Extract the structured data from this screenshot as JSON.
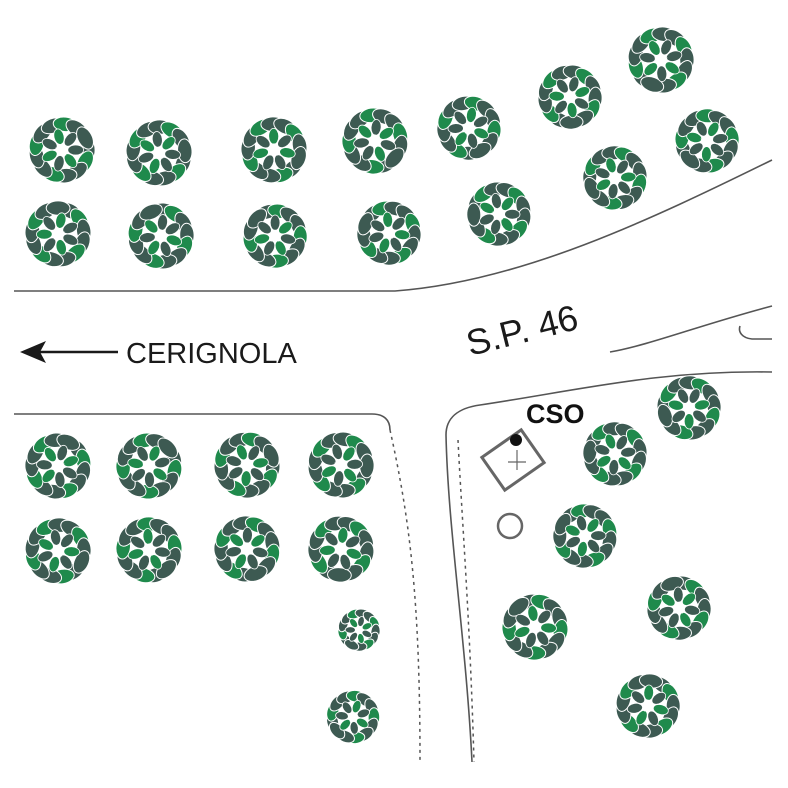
{
  "map": {
    "road_name": "S.P. 46",
    "destination": "CERIGNOLA",
    "site_code": "CSO",
    "colors": {
      "background": "#ffffff",
      "road_edge": "#555555",
      "tree_leaf_dark": "#3d5a52",
      "tree_leaf_green": "#1f8a4c",
      "tree_outline": "#ffffff",
      "marker": "#666666",
      "text": "#1a1a1a"
    },
    "icons": {
      "tree": "tree-icon",
      "direction_arrow": "arrow-left-icon",
      "site_marker": "site-square-icon",
      "site_point": "site-point-icon",
      "circle_marker": "circle-marker-icon"
    }
  }
}
